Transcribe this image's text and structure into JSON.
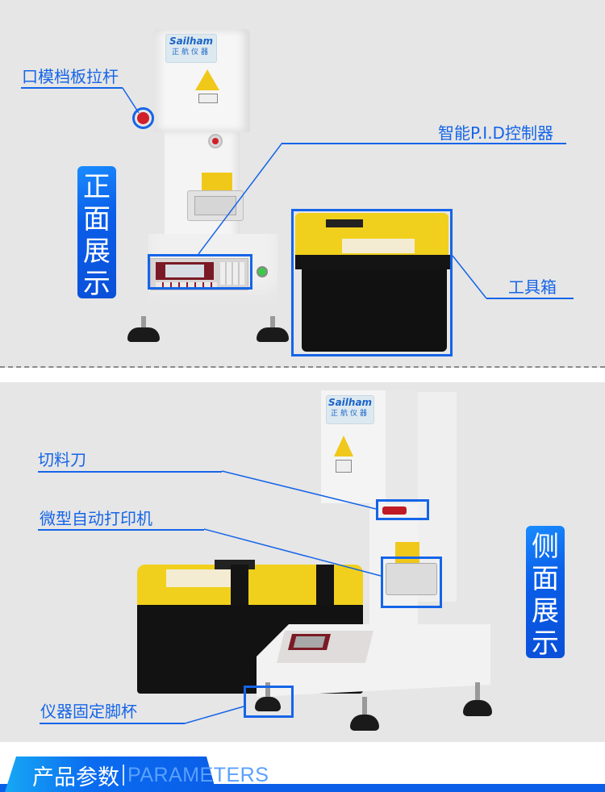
{
  "front_view": {
    "badge": "正面展示",
    "badge_chars": [
      "正",
      "面",
      "展",
      "示"
    ],
    "callouts": {
      "die_baffle_lever": "口模档板拉杆",
      "pid_controller": "智能P.I.D控制器",
      "toolbox": "工具箱"
    },
    "brand": {
      "logo_en": "Sailham",
      "logo_cn": "正航仪器"
    }
  },
  "side_view": {
    "badge": "侧面展示",
    "badge_chars": [
      "侧",
      "面",
      "展",
      "示"
    ],
    "callouts": {
      "cutter": "切料刀",
      "micro_printer": "微型自动打印机",
      "leveling_foot": "仪器固定脚杯"
    },
    "brand": {
      "logo_en": "Sailham",
      "logo_cn": "正航仪器"
    }
  },
  "footer": {
    "title_cn": "产品参数",
    "title_en": "PARAMETERS"
  },
  "colors": {
    "accent": "#1565e8",
    "panel_bg": "#e6e6e6",
    "toolbox_yellow": "#f2d21c",
    "toolbox_black": "#141414",
    "machine_white": "#f4f4f4"
  }
}
